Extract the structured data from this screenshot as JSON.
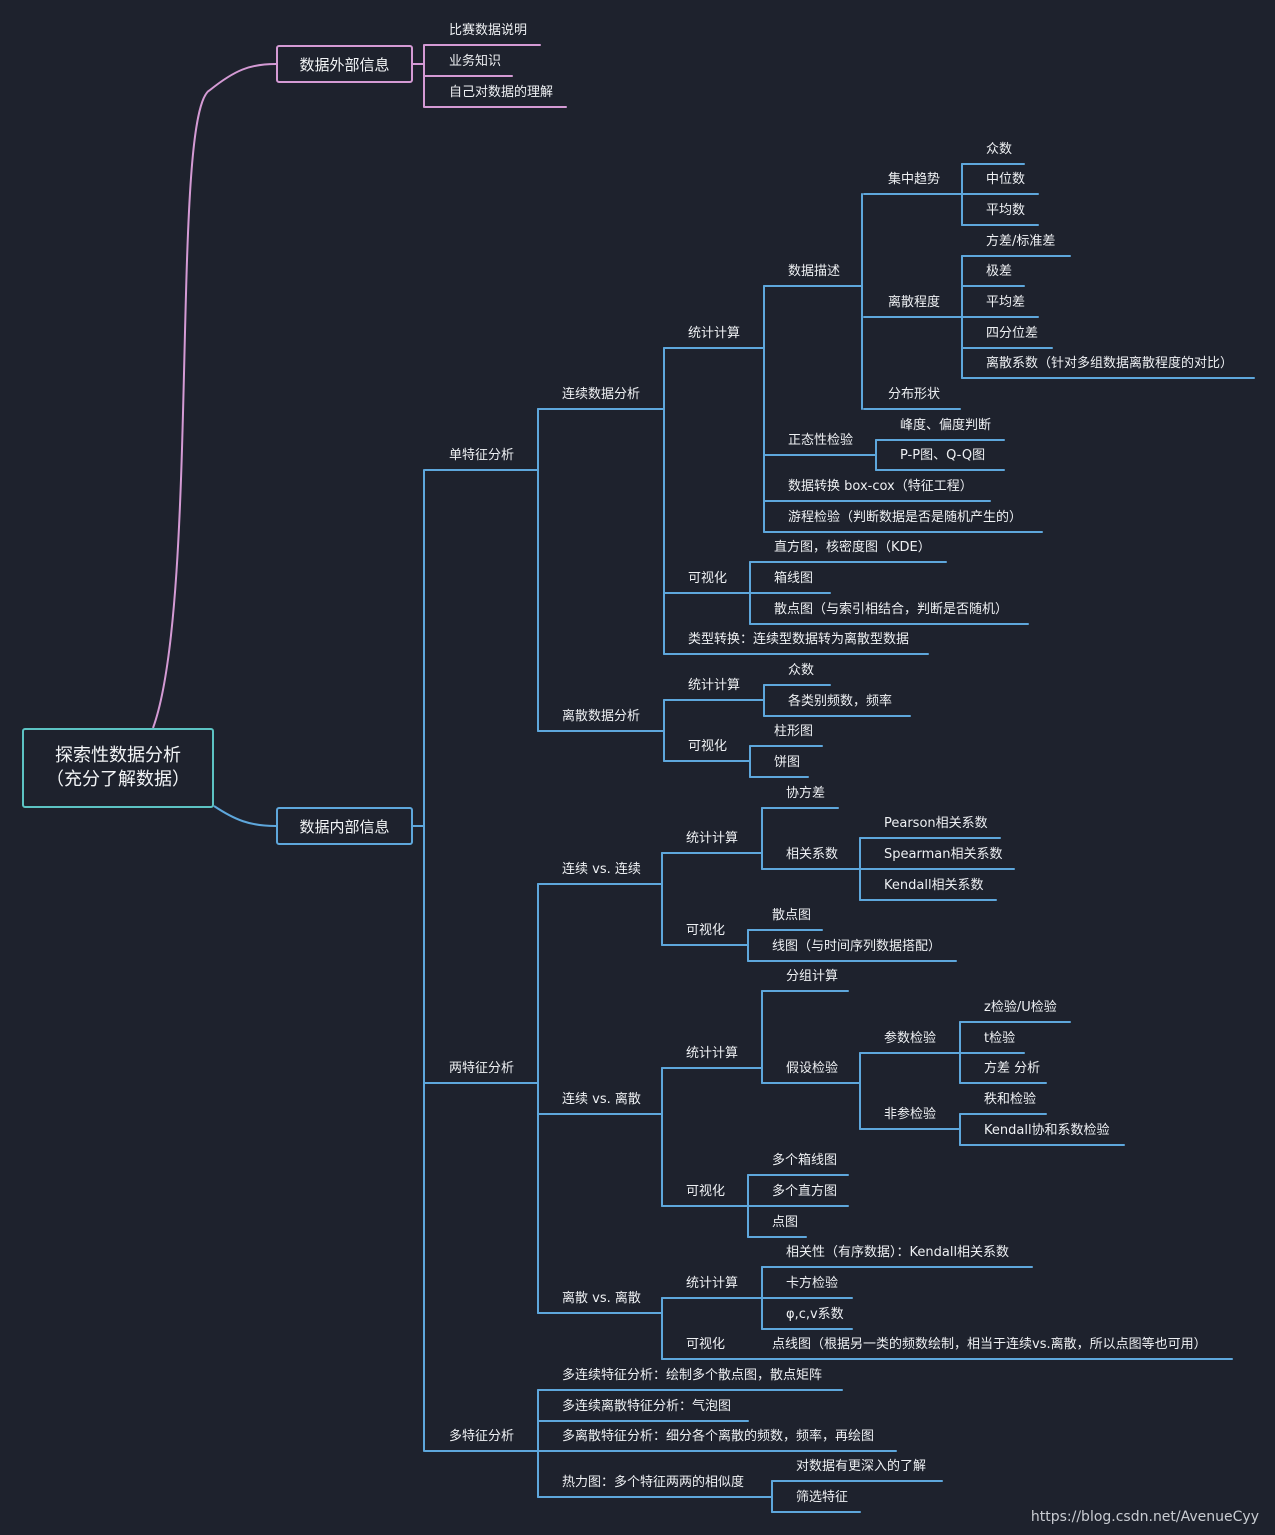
{
  "colors": {
    "background": "#1e222d",
    "external_branch": "#d49ad4",
    "internal_branch": "#5ea7dc",
    "root_border": "#5cc3c3",
    "text": "#eef0f3"
  },
  "root": {
    "line1": "探索性数据分析",
    "line2": "（充分了解数据）"
  },
  "external": {
    "title": "数据外部信息",
    "items": [
      "比赛数据说明",
      "业务知识",
      "自己对数据的理解"
    ]
  },
  "internal": {
    "title": "数据内部信息",
    "single": {
      "title": "单特征分析",
      "continuous": {
        "title": "连续数据分析",
        "stats": {
          "title": "统计计算",
          "describe": {
            "title": "数据描述",
            "central": {
              "title": "集中趋势",
              "items": [
                "众数",
                "中位数",
                "平均数"
              ]
            },
            "dispersion": {
              "title": "离散程度",
              "items": [
                "方差/标准差",
                "极差",
                "平均差",
                "四分位差",
                "离散系数（针对多组数据离散程度的对比）"
              ]
            },
            "shape": "分布形状"
          },
          "normality": {
            "title": "正态性检验",
            "items": [
              "峰度、偏度判断",
              "P-P图、Q-Q图"
            ]
          },
          "boxcox": "数据转换 box-cox（特征工程）",
          "runs": "游程检验（判断数据是否是随机产生的）"
        },
        "viz": {
          "title": "可视化",
          "items": [
            "直方图，核密度图（KDE）",
            "箱线图",
            "散点图（与索引相结合，判断是否随机）"
          ]
        },
        "convert": "类型转换：连续型数据转为离散型数据"
      },
      "discrete": {
        "title": "离散数据分析",
        "stats": {
          "title": "统计计算",
          "items": [
            "众数",
            "各类别频数，频率"
          ]
        },
        "viz": {
          "title": "可视化",
          "items": [
            "柱形图",
            "饼图"
          ]
        }
      }
    },
    "pair": {
      "title": "两特征分析",
      "cc": {
        "title": "连续 vs. 连续",
        "stats": {
          "title": "统计计算",
          "cov": "协方差",
          "corr": {
            "title": "相关系数",
            "items": [
              "Pearson相关系数",
              "Spearman相关系数",
              "Kendall相关系数"
            ]
          }
        },
        "viz": {
          "title": "可视化",
          "items": [
            "散点图",
            "线图（与时间序列数据搭配）"
          ]
        }
      },
      "cd": {
        "title": "连续 vs. 离散",
        "stats": {
          "title": "统计计算",
          "group": "分组计算",
          "hyp": {
            "title": "假设检验",
            "param": {
              "title": "参数检验",
              "items": [
                "z检验/U检验",
                "t检验",
                "方差 分析"
              ]
            },
            "nonparam": {
              "title": "非参检验",
              "items": [
                "秩和检验",
                "Kendall协和系数检验"
              ]
            }
          }
        },
        "viz": {
          "title": "可视化",
          "items": [
            "多个箱线图",
            "多个直方图",
            "点图"
          ]
        }
      },
      "dd": {
        "title": "离散 vs. 离散",
        "stats": {
          "title": "统计计算",
          "items": [
            "相关性（有序数据）：Kendall相关系数",
            "卡方检验",
            "φ,c,v系数"
          ]
        },
        "viz": {
          "title": "可视化",
          "items": [
            "点线图（根据另一类的频数绘制，相当于连续vs.离散，所以点图等也可用）"
          ]
        }
      }
    },
    "multi": {
      "title": "多特征分析",
      "items": [
        "多连续特征分析：绘制多个散点图，散点矩阵",
        "多连续离散特征分析：气泡图",
        "多离散特征分析：细分各个离散的频数，频率，再绘图"
      ],
      "heatmap": {
        "title": "热力图：多个特征两两的相似度",
        "items": [
          "对数据有更深入的了解",
          "筛选特征"
        ]
      }
    }
  },
  "watermark": "https://blog.csdn.net/AvenueCyy"
}
